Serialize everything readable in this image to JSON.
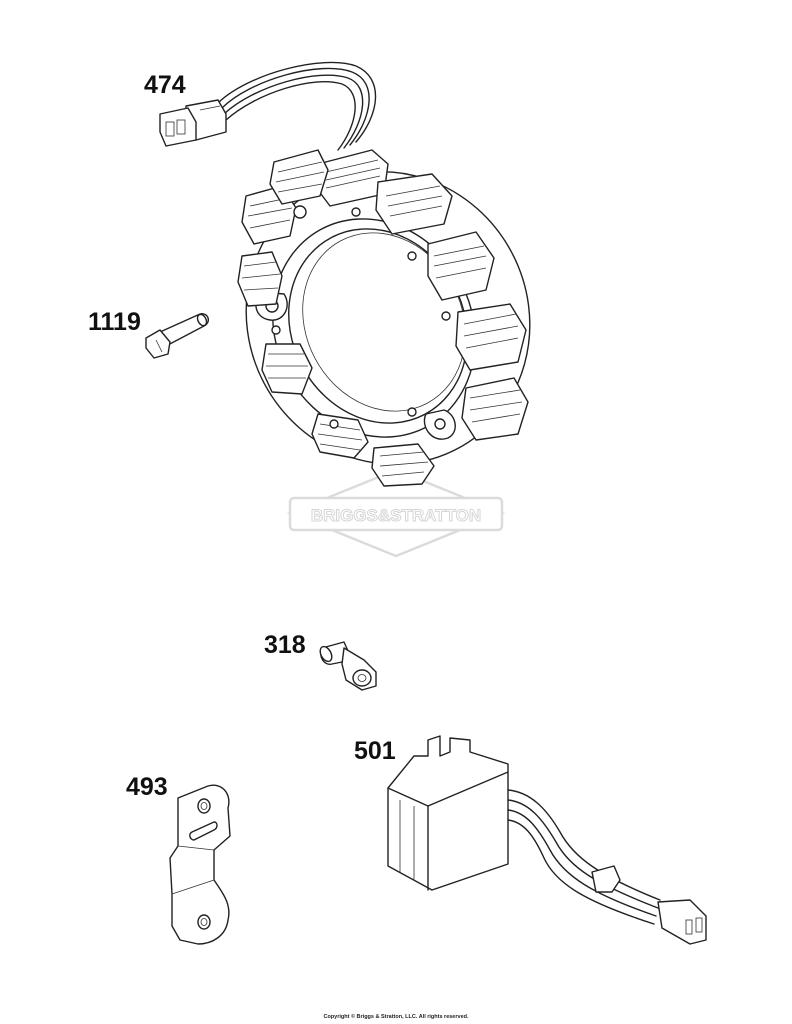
{
  "parts": [
    {
      "callout": "474",
      "icon": "wire-harness-connector-icon"
    },
    {
      "callout": "1119",
      "icon": "bolt-icon"
    },
    {
      "callout": "318",
      "icon": "flange-screw-icon"
    },
    {
      "callout": "501",
      "icon": "regulator-icon"
    },
    {
      "callout": "493",
      "icon": "bracket-icon"
    }
  ],
  "stator_icon": "alternator-stator-icon",
  "watermark": {
    "text": "BRIGGS&STRATTON",
    "icon": "briggs-stratton-logo-icon"
  },
  "copyright": "Copyright © Briggs & Stratton, LLC. All rights reserved."
}
